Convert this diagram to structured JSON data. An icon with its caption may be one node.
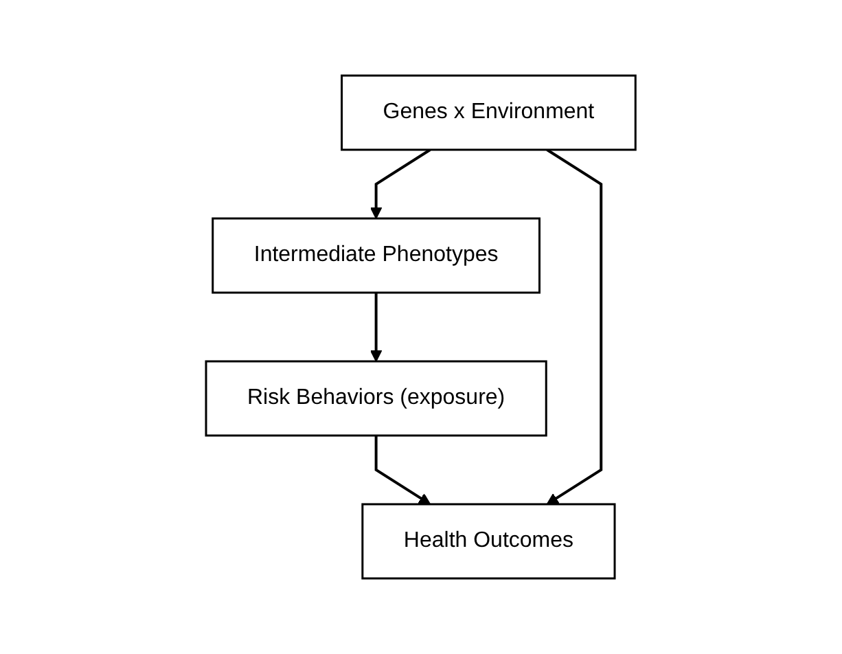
{
  "diagram": {
    "nodes": [
      {
        "text": [
          "Genes x Environment"
        ]
      },
      {
        "text": [
          "Intermediate Phenotypes"
        ]
      },
      {
        "text": [
          "Risk Behaviors (exposure)"
        ]
      },
      {
        "text": [
          "Health Outcomes"
        ]
      }
    ],
    "edges": [
      {
        "from": 0,
        "to": 1,
        "arrow": "to"
      },
      {
        "from": 1,
        "to": 2,
        "arrow": "to"
      },
      {
        "from": 2,
        "to": 3,
        "arrow": "to"
      },
      {
        "from": 0,
        "to": 3,
        "arrow": "to"
      }
    ]
  }
}
